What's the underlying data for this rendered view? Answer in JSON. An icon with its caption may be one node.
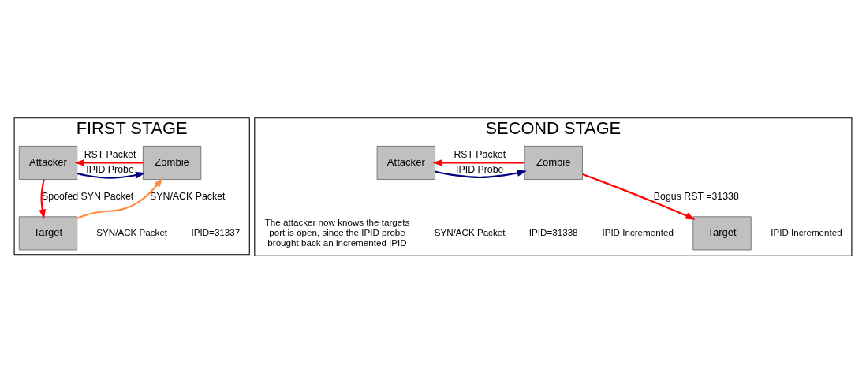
{
  "diagram": {
    "nodes": [
      {
        "text": [
          "FIRST STAGE"
        ]
      },
      {
        "text": [
          "Attacker"
        ],
        "in": 0
      },
      {
        "text": [
          "Zombie"
        ],
        "in": 0
      },
      {
        "text": [
          "Target"
        ],
        "in": 0
      },
      {
        "text": [
          "SECOND STAGE"
        ]
      },
      {
        "text": [
          "Attacker"
        ],
        "in": 4
      },
      {
        "text": [
          "Zombie"
        ],
        "in": 4
      },
      {
        "text": [
          "Target"
        ],
        "in": 4
      }
    ],
    "edges": [
      {
        "from": 1,
        "to": 2,
        "arrow": "to",
        "label": "IPID Probe",
        "color": "#000080"
      },
      {
        "from": 2,
        "to": 1,
        "arrow": "to",
        "label": "RST Packet"
      },
      {
        "from": 1,
        "to": 3,
        "arrow": "to",
        "label": "Spoofed SYN Packet"
      },
      {
        "from": 3,
        "to": 2,
        "arrow": "to",
        "label": "SYN/ACK Packet",
        "color": "#ff8c40"
      },
      {
        "from": 5,
        "to": 6,
        "arrow": "to",
        "label": "IPID Probe",
        "color": "#000080"
      },
      {
        "from": 6,
        "to": 5,
        "arrow": "to",
        "label": "RST Packet"
      },
      {
        "from": 6,
        "to": 7,
        "arrow": "to",
        "label": "Bogus RST =31338"
      }
    ],
    "labels": [
      "SYN/ACK Packet",
      "IPID=31337",
      "SYN/ACK Packet",
      "IPID=31338",
      "IPID Incremented",
      "The attacker now knows the targets port is open, since the IPID probe brought back an incremented IPID",
      "IPID Incremented"
    ]
  }
}
